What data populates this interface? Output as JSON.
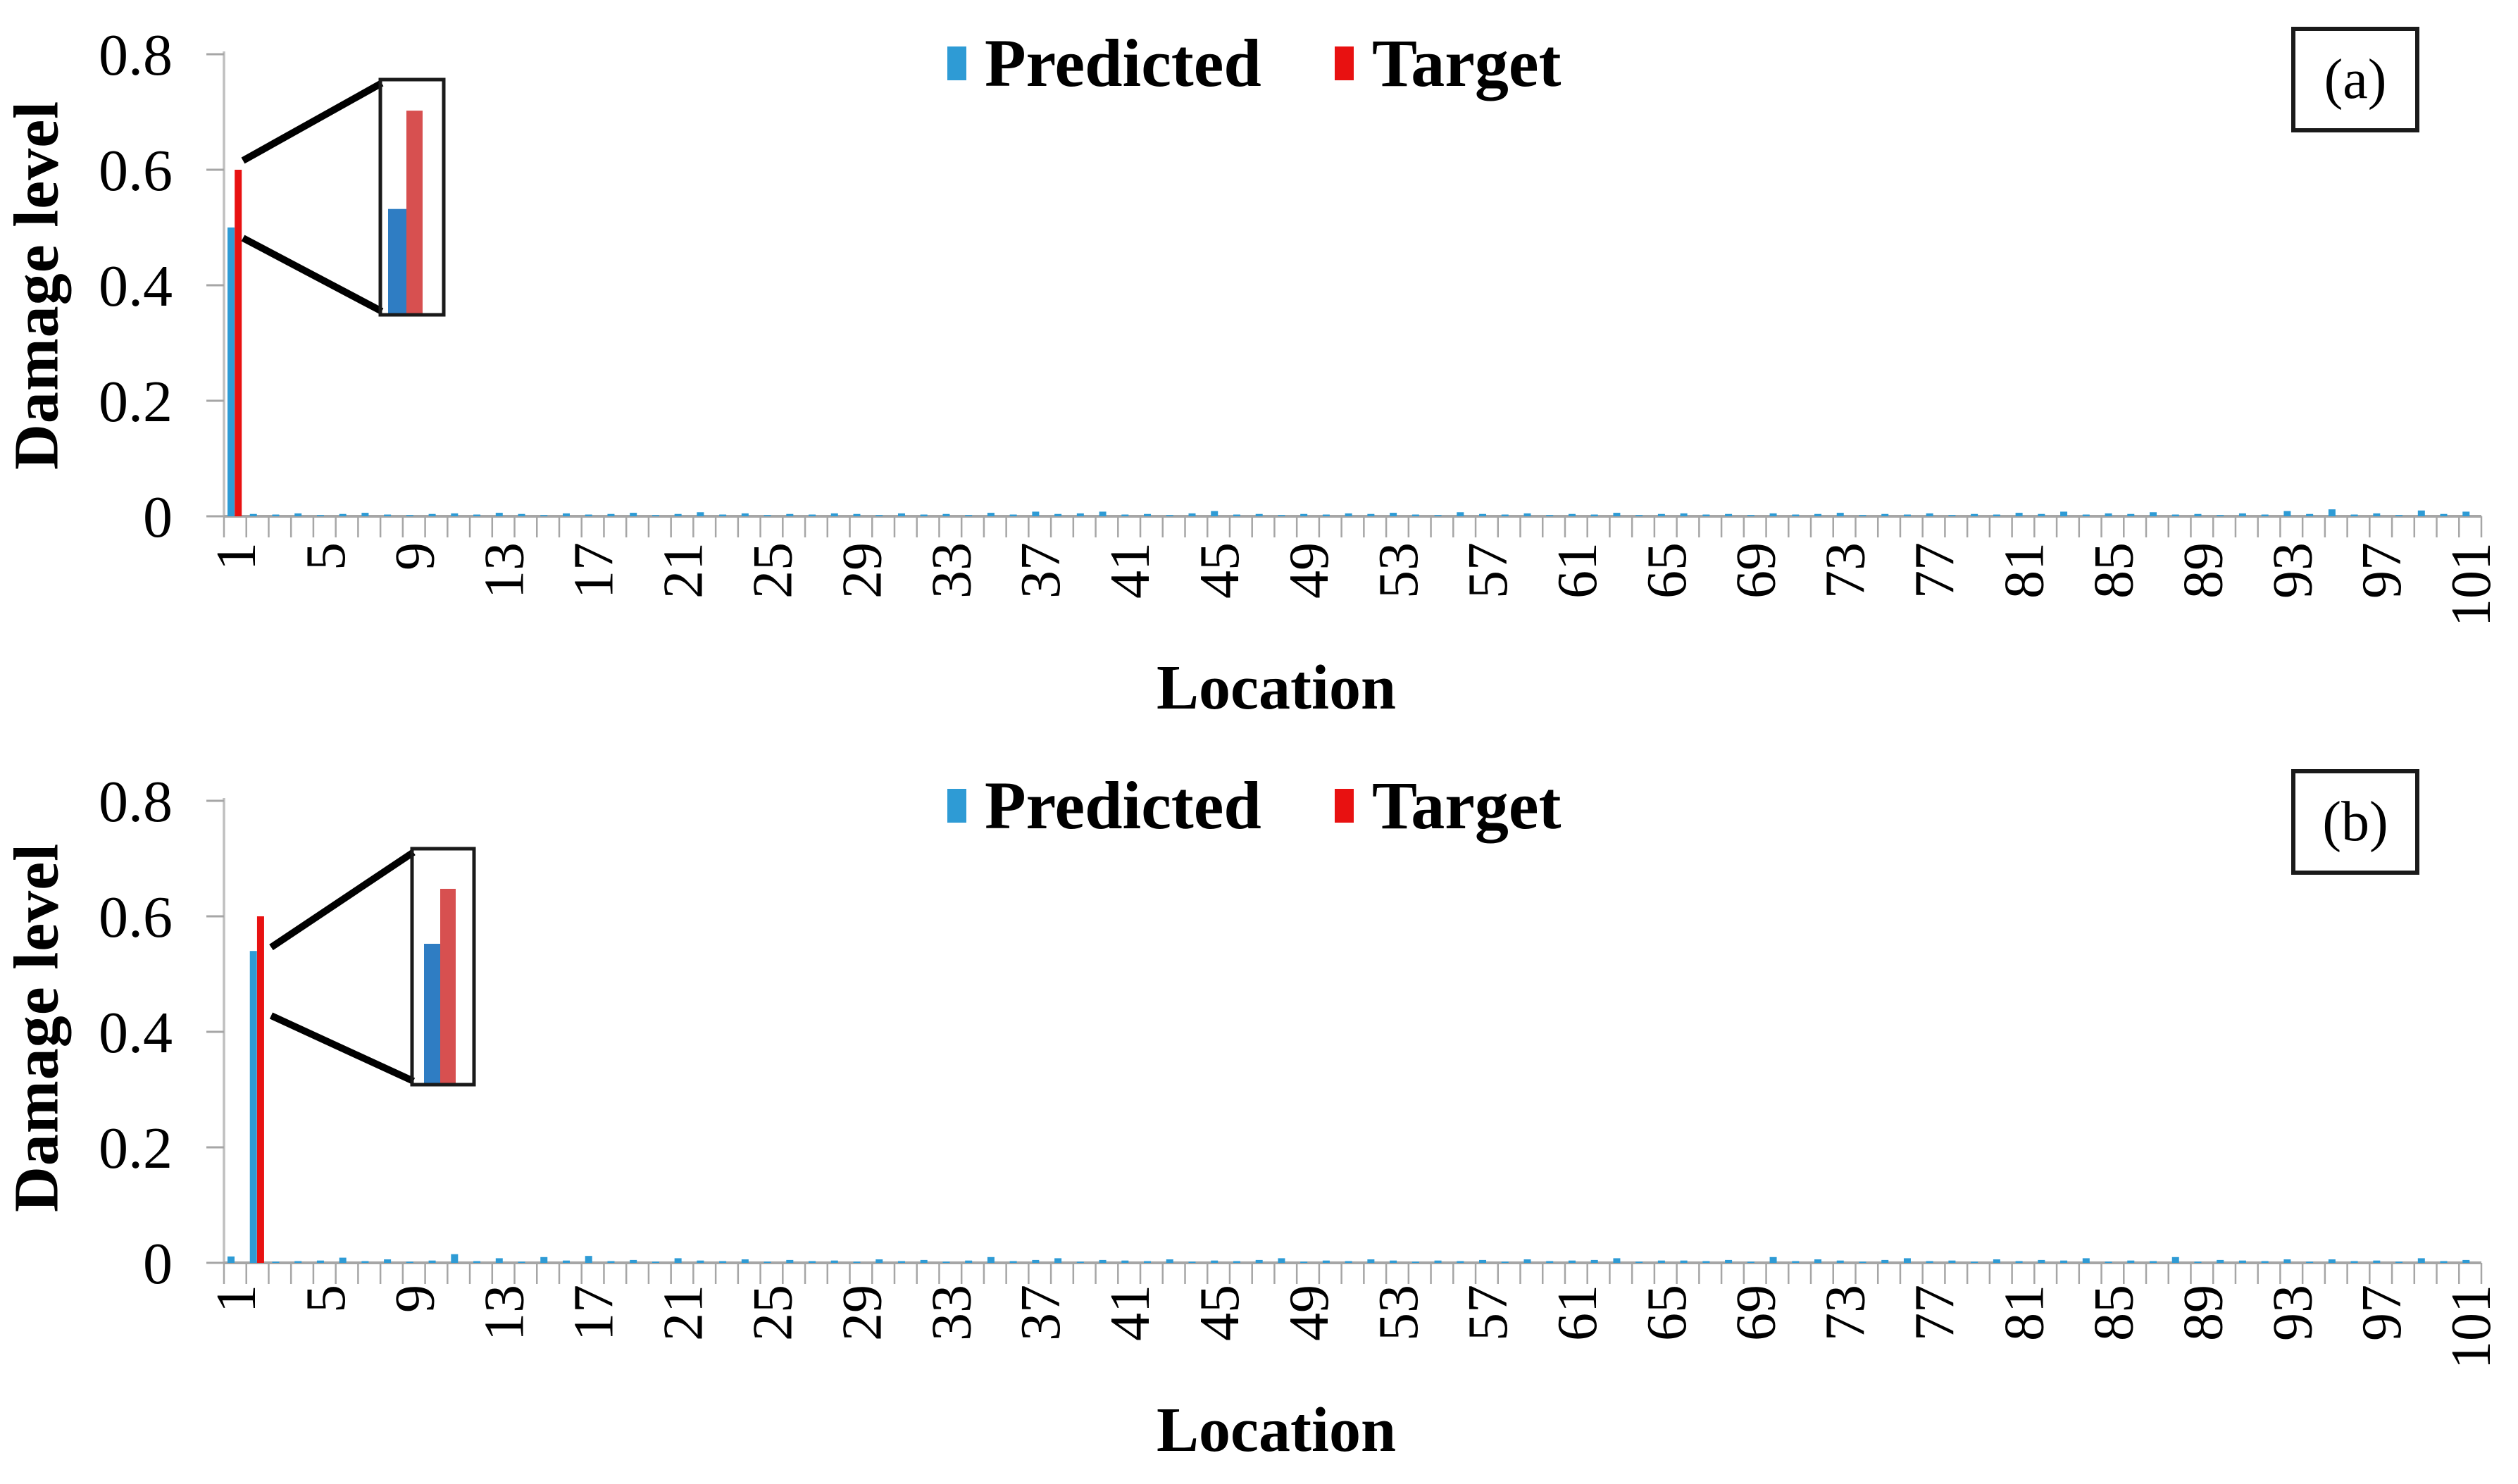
{
  "ui": {
    "legend": {
      "position": "top-center",
      "items": [
        {
          "label": "Predicted",
          "color": "#2E9BD5"
        },
        {
          "label": "Target",
          "color": "#E81111"
        }
      ]
    },
    "axis_color": "#BFBFBF",
    "tick_color": "#A6A6A6",
    "text_color": "#000000",
    "callout_color": "#000000",
    "inset_colors": {
      "predicted": "#2F7DC3",
      "target": "#D75050"
    }
  },
  "chart_data": [
    {
      "type": "bar",
      "corner_label": "(a)",
      "title": "",
      "xlabel": "Location",
      "ylabel": "Damage level",
      "ylim": [
        0,
        0.8
      ],
      "y_ticks": [
        "0",
        "0.2",
        "0.4",
        "0.6",
        "0.8"
      ],
      "y_tick_values": [
        0,
        0.2,
        0.4,
        0.6,
        0.8
      ],
      "x_range": [
        1,
        101
      ],
      "x_tick_values": [
        1,
        5,
        9,
        13,
        17,
        21,
        25,
        29,
        33,
        37,
        41,
        45,
        49,
        53,
        57,
        61,
        65,
        69,
        73,
        77,
        81,
        85,
        89,
        93,
        97,
        101
      ],
      "grid": false,
      "series": [
        {
          "name": "Predicted",
          "color": "#2E9BD5",
          "values": [
            0.5,
            0.004,
            0.003,
            0.005,
            0.002,
            0.004,
            0.006,
            0.003,
            0.002,
            0.004,
            0.005,
            0.003,
            0.006,
            0.004,
            0.002,
            0.005,
            0.003,
            0.004,
            0.006,
            0.002,
            0.004,
            0.007,
            0.003,
            0.005,
            0.002,
            0.004,
            0.003,
            0.005,
            0.004,
            0.002,
            0.005,
            0.003,
            0.004,
            0.002,
            0.006,
            0.003,
            0.008,
            0.004,
            0.005,
            0.008,
            0.003,
            0.004,
            0.002,
            0.005,
            0.009,
            0.003,
            0.004,
            0.002,
            0.004,
            0.003,
            0.005,
            0.004,
            0.006,
            0.003,
            0.002,
            0.007,
            0.004,
            0.003,
            0.005,
            0.002,
            0.004,
            0.003,
            0.006,
            0.002,
            0.004,
            0.005,
            0.003,
            0.004,
            0.002,
            0.005,
            0.003,
            0.004,
            0.006,
            0.002,
            0.004,
            0.003,
            0.005,
            0.002,
            0.004,
            0.003,
            0.006,
            0.004,
            0.008,
            0.003,
            0.005,
            0.004,
            0.007,
            0.003,
            0.004,
            0.002,
            0.005,
            0.003,
            0.009,
            0.004,
            0.012,
            0.003,
            0.005,
            0.002,
            0.01,
            0.004,
            0.008
          ]
        },
        {
          "name": "Target",
          "color": "#E81111",
          "values": [
            0.6,
            0,
            0,
            0,
            0,
            0,
            0,
            0,
            0,
            0,
            0,
            0,
            0,
            0,
            0,
            0,
            0,
            0,
            0,
            0,
            0,
            0,
            0,
            0,
            0,
            0,
            0,
            0,
            0,
            0,
            0,
            0,
            0,
            0,
            0,
            0,
            0,
            0,
            0,
            0,
            0,
            0,
            0,
            0,
            0,
            0,
            0,
            0,
            0,
            0,
            0,
            0,
            0,
            0,
            0,
            0,
            0,
            0,
            0,
            0,
            0,
            0,
            0,
            0,
            0,
            0,
            0,
            0,
            0,
            0,
            0,
            0,
            0,
            0,
            0,
            0,
            0,
            0,
            0,
            0,
            0,
            0,
            0,
            0,
            0,
            0,
            0,
            0,
            0,
            0,
            0,
            0,
            0,
            0,
            0,
            0,
            0,
            0,
            0,
            0,
            0
          ]
        }
      ],
      "inset": {
        "magnified_location": 1,
        "bar_fractions": {
          "predicted": 0.45,
          "target": 0.868
        }
      }
    },
    {
      "type": "bar",
      "corner_label": "(b)",
      "title": "",
      "xlabel": "Location",
      "ylabel": "Damage level",
      "ylim": [
        0,
        0.8
      ],
      "y_ticks": [
        "0",
        "0.2",
        "0.4",
        "0.6",
        "0.8"
      ],
      "y_tick_values": [
        0,
        0.2,
        0.4,
        0.6,
        0.8
      ],
      "x_range": [
        1,
        101
      ],
      "x_tick_values": [
        1,
        5,
        9,
        13,
        17,
        21,
        25,
        29,
        33,
        37,
        41,
        45,
        49,
        53,
        57,
        61,
        65,
        69,
        73,
        77,
        81,
        85,
        89,
        93,
        97,
        101
      ],
      "grid": false,
      "series": [
        {
          "name": "Predicted",
          "color": "#2E9BD5",
          "values": [
            0.011,
            0.54,
            0.002,
            0.003,
            0.004,
            0.009,
            0.003,
            0.006,
            0.002,
            0.004,
            0.015,
            0.003,
            0.008,
            0.002,
            0.01,
            0.004,
            0.012,
            0.003,
            0.005,
            0.002,
            0.008,
            0.004,
            0.003,
            0.006,
            0.002,
            0.005,
            0.003,
            0.004,
            0.002,
            0.006,
            0.003,
            0.005,
            0.002,
            0.004,
            0.01,
            0.003,
            0.005,
            0.008,
            0.002,
            0.005,
            0.004,
            0.003,
            0.006,
            0.002,
            0.004,
            0.003,
            0.005,
            0.008,
            0.002,
            0.004,
            0.003,
            0.006,
            0.004,
            0.002,
            0.004,
            0.003,
            0.005,
            0.002,
            0.006,
            0.003,
            0.004,
            0.005,
            0.008,
            0.002,
            0.004,
            0.004,
            0.003,
            0.005,
            0.002,
            0.01,
            0.003,
            0.006,
            0.004,
            0.002,
            0.005,
            0.008,
            0.003,
            0.004,
            0.002,
            0.006,
            0.003,
            0.005,
            0.004,
            0.008,
            0.002,
            0.004,
            0.003,
            0.01,
            0.002,
            0.005,
            0.004,
            0.003,
            0.006,
            0.002,
            0.006,
            0.003,
            0.004,
            0.002,
            0.008,
            0.003,
            0.005
          ]
        },
        {
          "name": "Target",
          "color": "#E81111",
          "values": [
            0,
            0.6,
            0,
            0,
            0,
            0,
            0,
            0,
            0,
            0,
            0,
            0,
            0,
            0,
            0,
            0,
            0,
            0,
            0,
            0,
            0,
            0,
            0,
            0,
            0,
            0,
            0,
            0,
            0,
            0,
            0,
            0,
            0,
            0,
            0,
            0,
            0,
            0,
            0,
            0,
            0,
            0,
            0,
            0,
            0,
            0,
            0,
            0,
            0,
            0,
            0,
            0,
            0,
            0,
            0,
            0,
            0,
            0,
            0,
            0,
            0,
            0,
            0,
            0,
            0,
            0,
            0,
            0,
            0,
            0,
            0,
            0,
            0,
            0,
            0,
            0,
            0,
            0,
            0,
            0,
            0,
            0,
            0,
            0,
            0,
            0,
            0,
            0,
            0,
            0,
            0,
            0,
            0,
            0,
            0,
            0,
            0,
            0,
            0,
            0,
            0
          ]
        }
      ],
      "inset": {
        "magnified_location": 2,
        "bar_fractions": {
          "predicted": 0.597,
          "target": 0.83
        }
      }
    }
  ]
}
